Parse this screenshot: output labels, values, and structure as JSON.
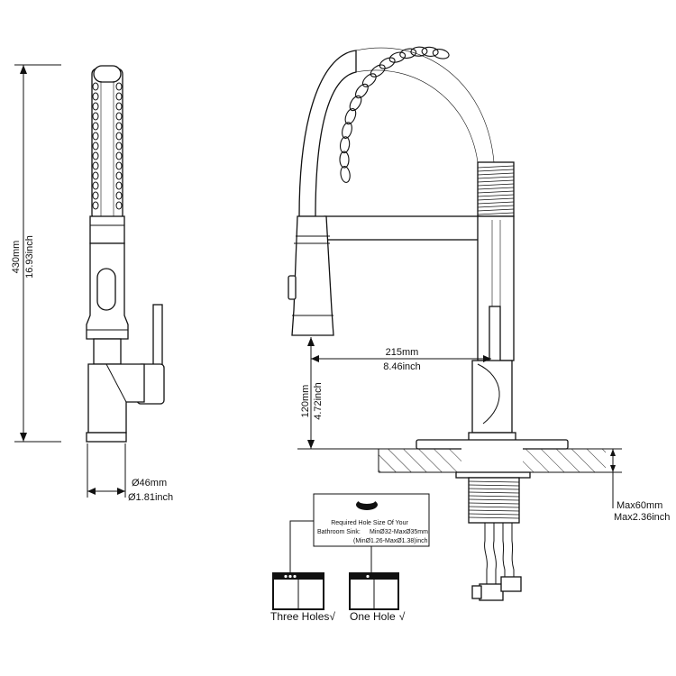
{
  "dimensions": {
    "height_mm": "430mm",
    "height_in": "16.93inch",
    "base_mm": "Ø46mm",
    "base_in": "Ø1.81inch",
    "reach_mm": "215mm",
    "reach_in": "8.46inch",
    "spout_height_mm": "120mm",
    "spout_height_in": "4.72inch",
    "deck_mm": "Max60mm",
    "deck_in": "Max2.36inch"
  },
  "hole_note": {
    "title": "Required Hole Size Of Your",
    "line2": "Bathroom Sink:",
    "range_mm": "MinØ32-MaxØ35mm",
    "range_in": "(MinØ1.26-MaxØ1.38)inch"
  },
  "options": {
    "three_holes": "Three Holes",
    "one_hole": "One Hole",
    "check": "√"
  },
  "colors": {
    "line": "#111111",
    "background": "#ffffff"
  }
}
